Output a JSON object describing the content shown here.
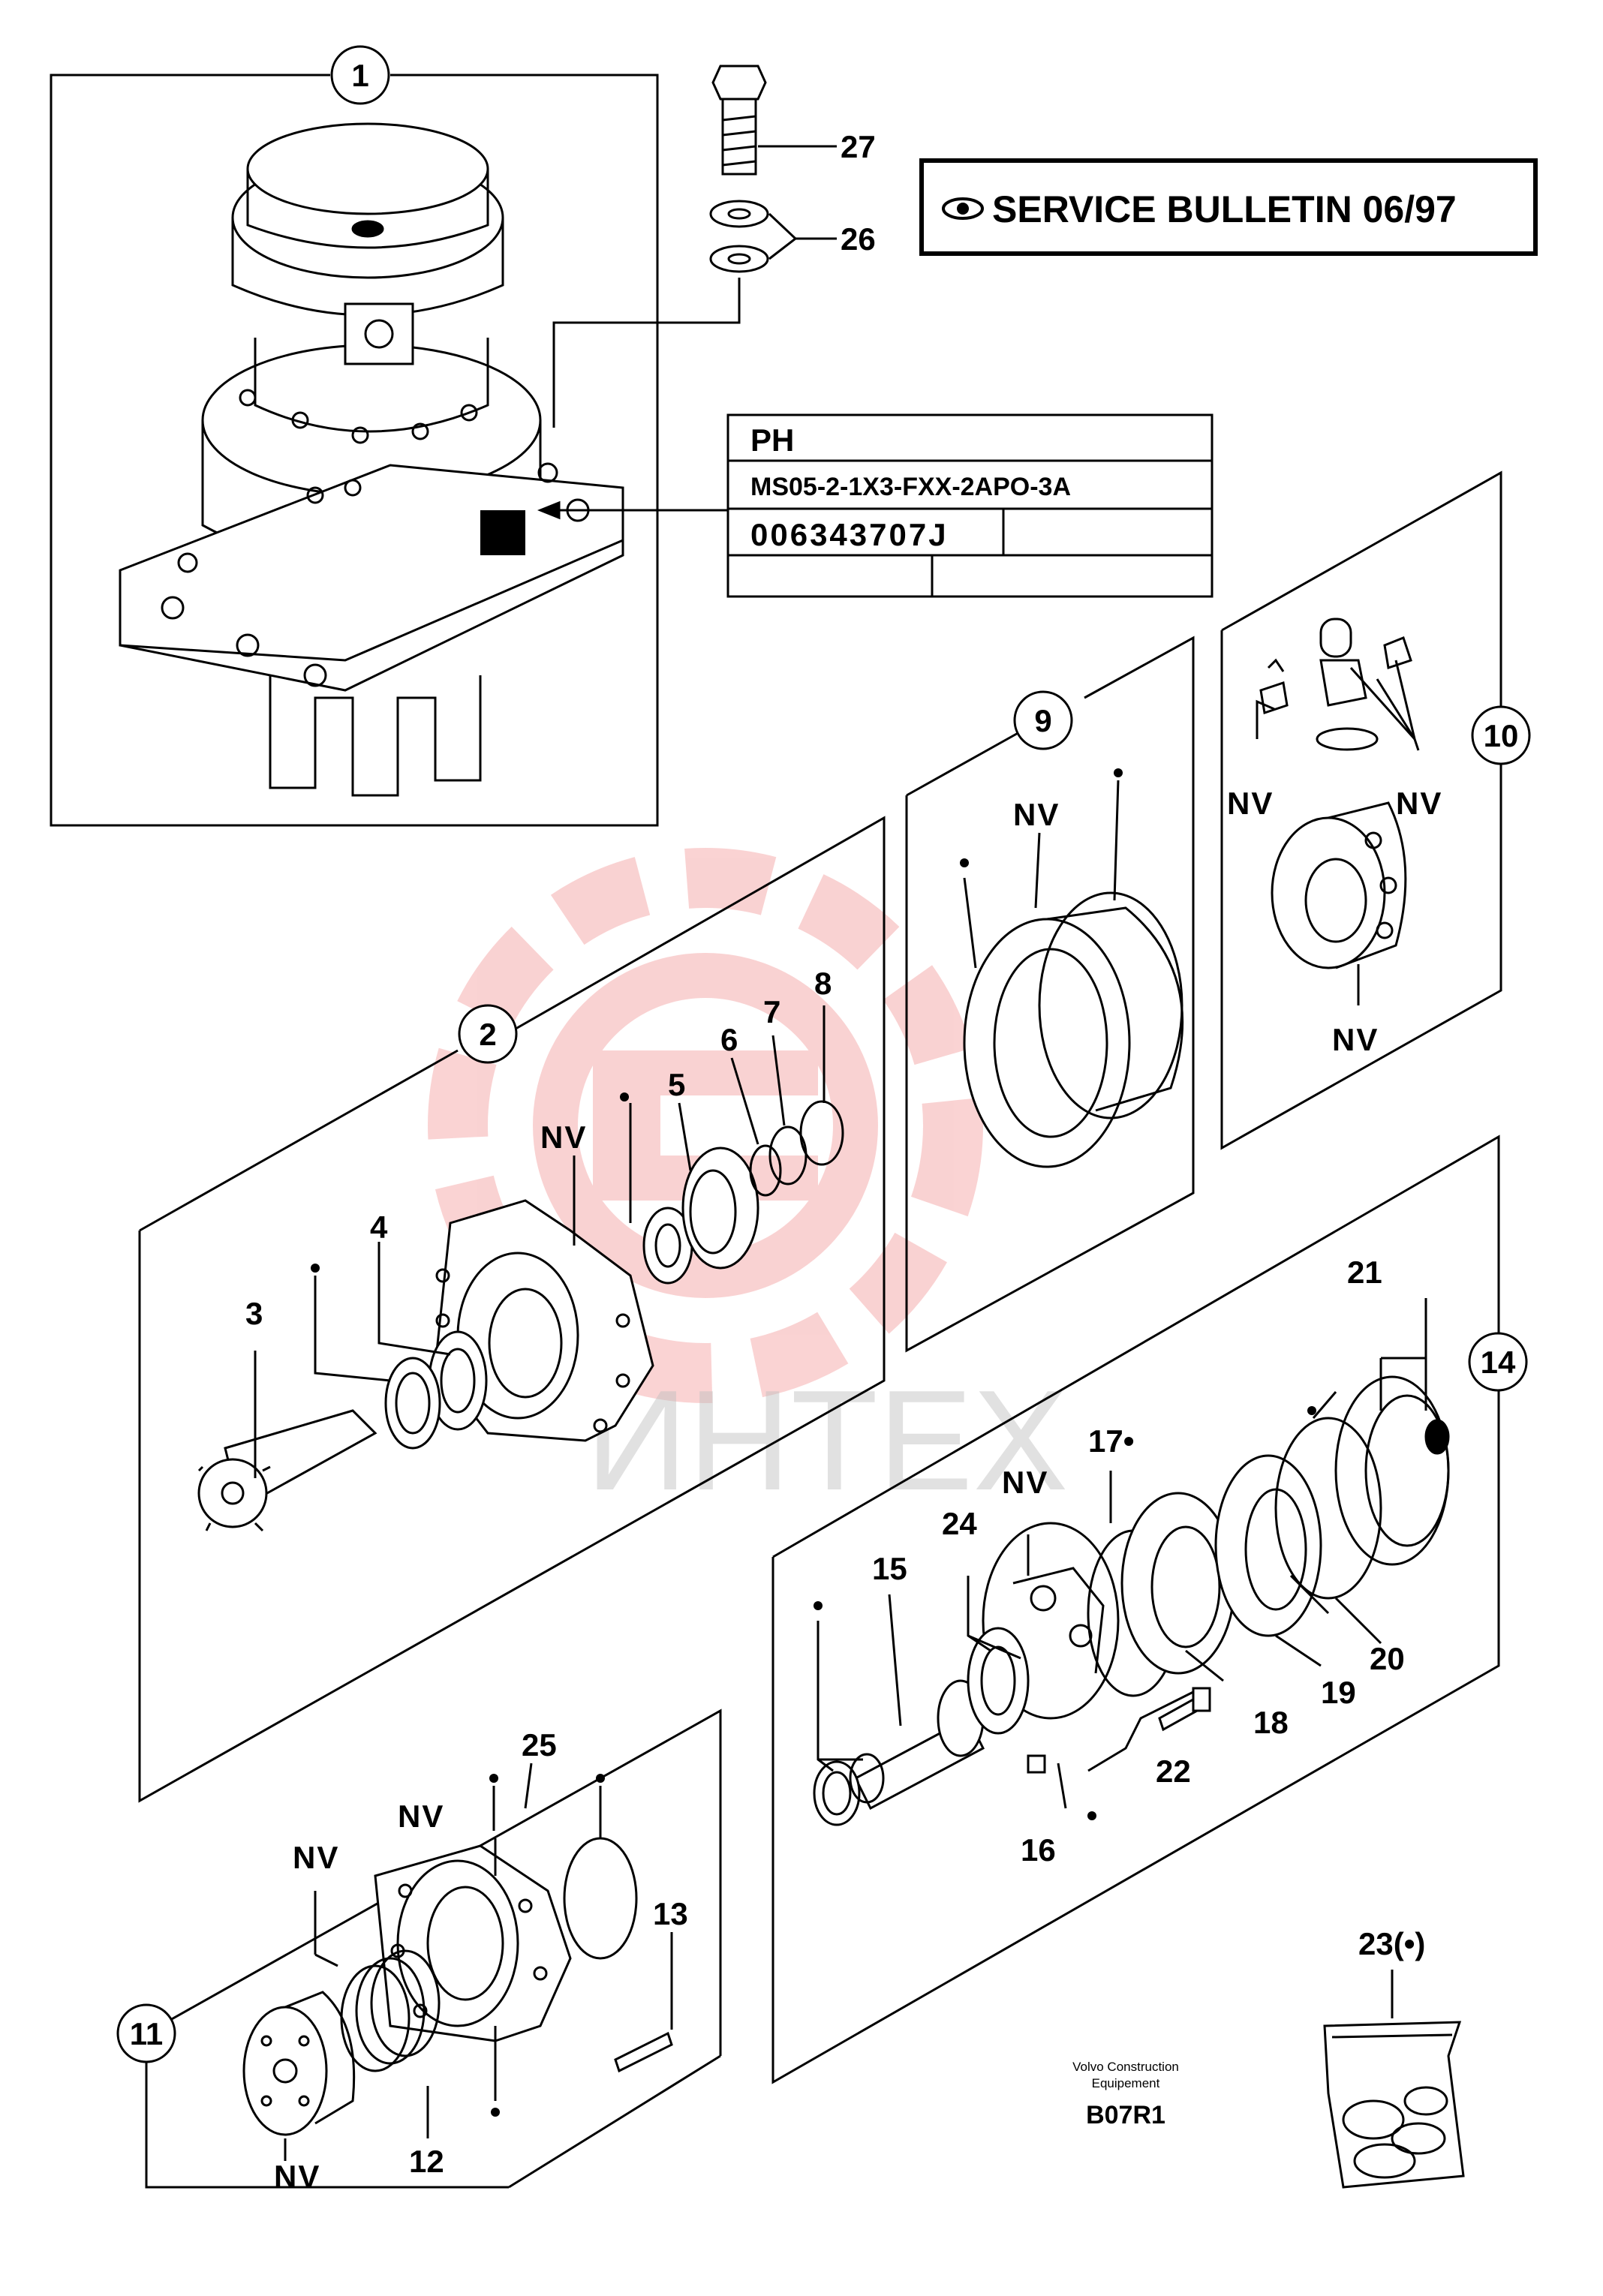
{
  "service_bulletin": "SERVICE BULLETIN 06/97",
  "plate": {
    "row1": "PH",
    "row2": "MS05-2-1X3-FXX-2APO-3A",
    "row3": "006343707J"
  },
  "watermark": "ИНТЕХ",
  "footer": {
    "maker_line1": "Volvo Construction",
    "maker_line2": "Equipement",
    "code": "B07R1"
  },
  "circled_callouts": [
    "1",
    "2",
    "9",
    "10",
    "11",
    "14"
  ],
  "callouts": [
    "3",
    "4",
    "5",
    "6",
    "7",
    "8",
    "12",
    "13",
    "15",
    "16",
    "17•",
    "18",
    "19",
    "20",
    "21",
    "22",
    "24",
    "25",
    "26",
    "27"
  ],
  "kit_label": "23(•)",
  "nv": "NV",
  "colors": {
    "ink": "#000000",
    "watermark_red": "#f2a5a5",
    "watermark_gray": "#bdbdbd"
  }
}
